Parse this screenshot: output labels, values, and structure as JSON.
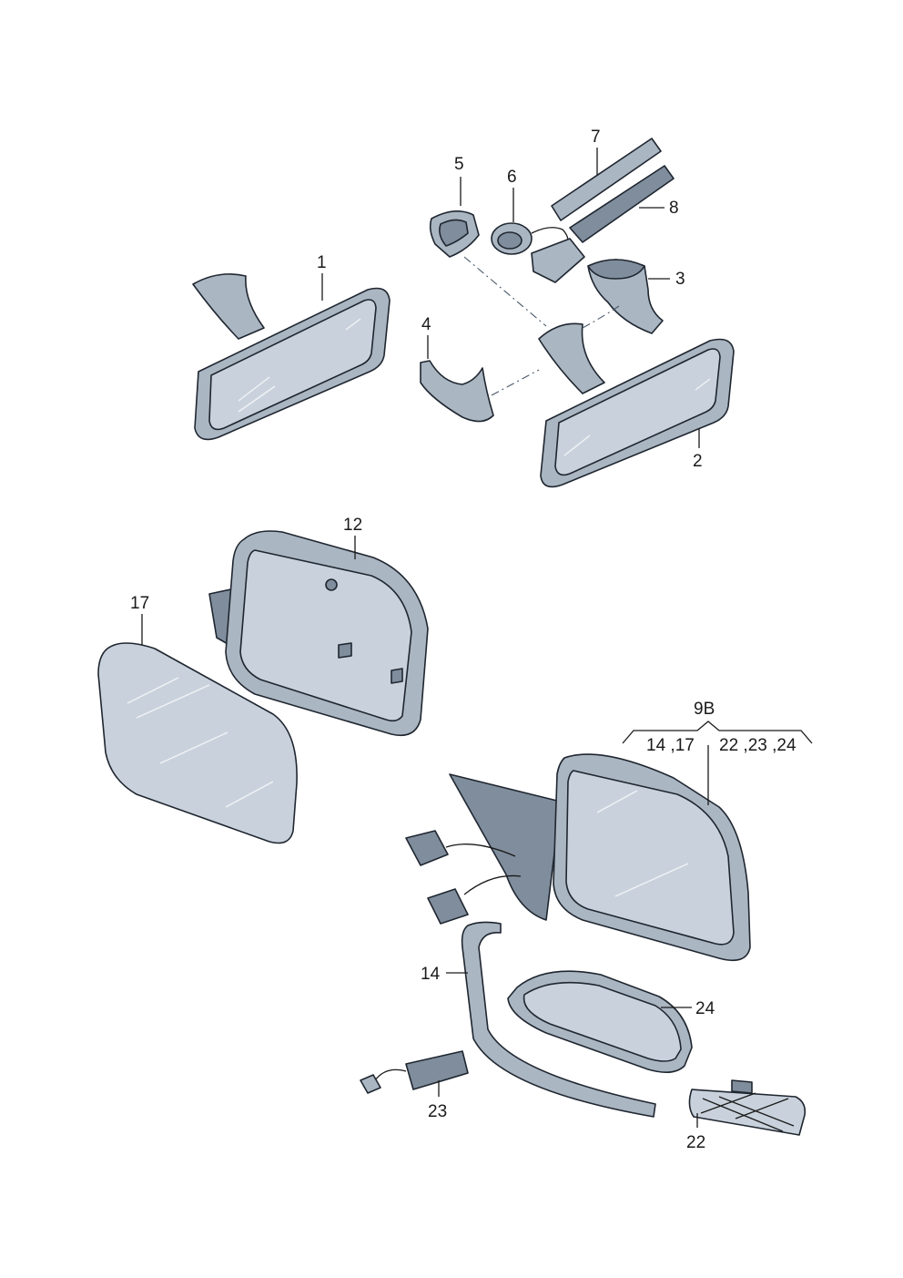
{
  "callouts": {
    "c1": "1",
    "c2": "2",
    "c3": "3",
    "c4": "4",
    "c5": "5",
    "c6": "6",
    "c7": "7",
    "c8": "8",
    "c12": "12",
    "c17": "17",
    "c9b": "9B",
    "c9b_left": "14 ,17",
    "c9b_right": "22 ,23 ,24",
    "c14": "14",
    "c24": "24",
    "c23": "23",
    "c22": "22"
  },
  "colors": {
    "glass": "#c9d2dc",
    "frame": "#aab6c2",
    "outline": "#1f2630"
  }
}
